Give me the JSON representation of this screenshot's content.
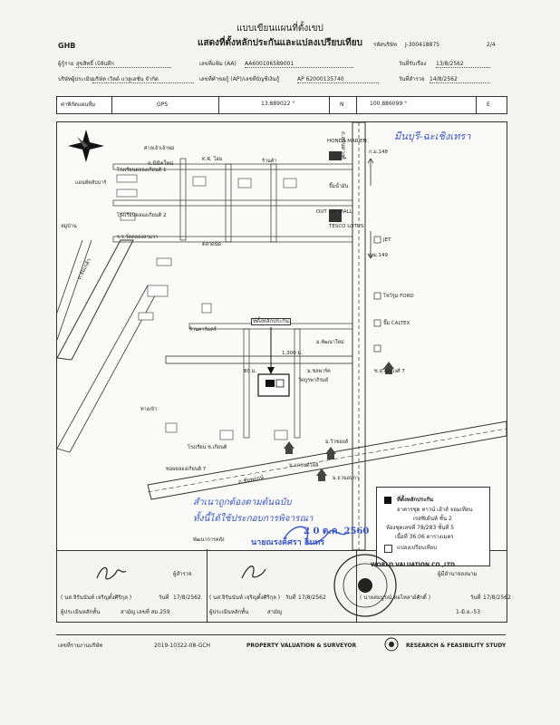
{
  "header": {
    "title_line1": "แบบเขียนแผนที่ตั้งเขป",
    "title_line2": "แสดงที่ตั้งหลักประกันและแปลงเปรียบเทียบ",
    "org_short": "GHB",
    "company_id_label": "รหัสบริษัท",
    "company_id": "J-300418875",
    "page": "2/4"
  },
  "info": {
    "applicant_label": "ผู้กู้ราย",
    "applicant": "สุขสิทธิ์ เบ้จันทึก",
    "job_no_label": "เลขที่แฟ้ม (AA)",
    "job_no": "AA600106589001",
    "received_label": "วันที่รับเรื่อง",
    "received": "13/8/2562",
    "company_label": "บริษัทผู้ประเมิน",
    "company": "บริษัท เวิลด์ แวลูเอชั่น จำกัด",
    "ap_label": "เลขที่คำขอกู้ (AP)/เลขที่บัญชีเงินกู้",
    "ap_no": "AP 62000135740",
    "survey_label": "วันที่สำรวจ",
    "survey": "14/8/2562"
  },
  "coords": {
    "label": "ค่าพิกัดแผนที่ม",
    "method": "GPS",
    "lat": "13.889022 °",
    "lat_dir": "N",
    "lon": "100.886099 °",
    "lon_dir": "E"
  },
  "map": {
    "road_right": "ถ.สุวินทวงศ์",
    "road_left": "ถ.ร่มเกล้า",
    "road_bottom": "ถ.ชัยพฤกษ์",
    "road_top": "ถ.นิมิตใหม่",
    "handwritten_top": "มีนบุรี-ฉะเชิงเทรา",
    "target_label": "ที่ตั้งหลักประกัน",
    "km_left": "ก.ม.148",
    "km_right": "ก.ม.149",
    "dist_1": "1,300 ม.",
    "dist_2": "80 ม.",
    "labels": [
      "ศาลเจ้าเจ้าพ่อ",
      "โรงเรียนคลองเกียนติ 1",
      "แอนท์คลับบาร์",
      "โรงเรียนคลองเกียนติ 2",
      "หมู่บ้าน",
      "ร.ร.วัดคลองสามวา",
      "K.R. โฮม",
      "ร้านค้า",
      "ตลาดนัด",
      "HONDA MARIEN",
      "ปั๊มน้ำมัน",
      "OUT LET MALL",
      "TESCO LOTUS",
      "JET",
      "โชว์รูม FORD",
      "ปั๊ม CALTEX",
      "ซ.สุวินทวงศ์ 7",
      "ม.พัฒนาใหม่",
      "ม.ชลพาร์ค",
      "วัดบูรพาภิรมย์",
      "ม.วิวซอยส์",
      "โรงเรียน ซ.เกียนติ",
      "ทางเข้า",
      "ม.แกรนด์วิลล์",
      "ม.ธวนอนกา",
      "ซอยคลองเกียนติ 7",
      "ร้านคาร์แคร์",
      "พัฒนาการคลัง"
    ],
    "handwritten_note_1": "สำเนาถูกต้องตามต้นฉบับ",
    "handwritten_note_2": "ทั้งนี้ได้ใช้ประกอบการพิจารณา",
    "stamp_date": "2 0 ต.ค. 2560",
    "signature_name": "นายณรงค์ศรา อินทร"
  },
  "legend": {
    "title": "ที่ตั้งหลักประกัน",
    "line1": "อาคารชุด ทาวน์ เฮ้าส์ จอมเทียน",
    "line2": "เรสซิเด้นท์ ชั้น 2",
    "line3": "ห้องชุดเลขที่ 78/283 ชั้นที่ 5",
    "line4": "เนื้อที่ 36.06 ตารางเมตร",
    "compare_label": "แปลงเปรียบเทียบ"
  },
  "signatures": {
    "surveyor_label": "ผู้สำรวจ",
    "surveyor_name": "( นส.จิรันนันท์ เจริญตั้งศิริกุล )",
    "surveyor_date_label": "วันที่",
    "surveyor_date": "17/8/2562",
    "appraiser_license_label": "ผู้ประเมินหลักทั้น",
    "appraiser_license": "สามัญ เลขที่ สม.259",
    "reviewer_name": "( นส.จิรันนันท์ เจริญตั้งศิริกุล )",
    "reviewer_date_label": "วันที่",
    "reviewer_date": "17/8/2562",
    "appraiser2_label": "ผู้ประเมินหลักทั้น",
    "appraiser2": "สามัญ",
    "authority_label": "ผู้มีอำนาจลงนาม",
    "authority_name": "( นายสมบูรณ์ หอไหลาย์ศักดิ์ )",
    "authority_date_label": "วันที่",
    "authority_date": "17/8/2562",
    "authority_no": "1-มิ.ย.-53",
    "stamp_text": "WORLD VALUATION CO.,LTD."
  },
  "footer": {
    "report_label": "เลขที่รายงานบริษัท",
    "report_no": "2019-10322-08-GCH",
    "company_en": "PROPERTY VALUATION & SURVEYOR",
    "study": "RESEARCH & FEASIBILITY STUDY"
  }
}
